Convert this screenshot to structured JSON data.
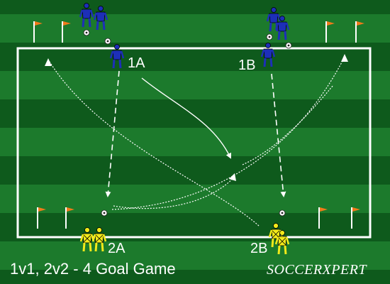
{
  "labels": {
    "p1A": "1A",
    "p1B": "1B",
    "p2A": "2A",
    "p2B": "2B"
  },
  "caption": "1v1, 2v2 - 4 Goal Game",
  "brand": "SOCCERXPERT",
  "colors": {
    "field_dark": "#0e5a1c",
    "field_light": "#1c7a2c",
    "lines": "#ffffff",
    "team_blue": "#1d2fb8",
    "team_yellow": "#f2ea1a",
    "flag": "#f07a1a"
  }
}
